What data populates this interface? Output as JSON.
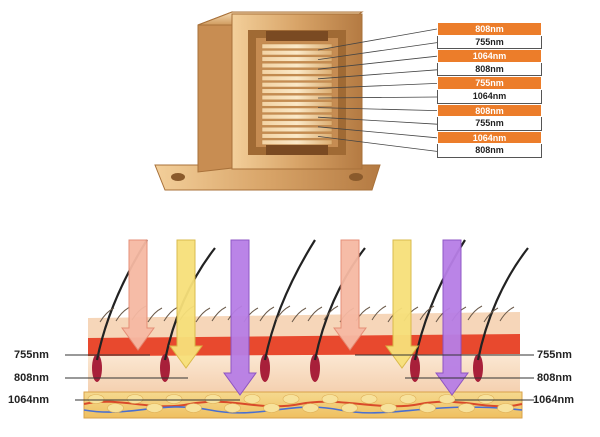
{
  "device_wavelengths": [
    "808nm",
    "755nm",
    "1064nm",
    "808nm",
    "755nm",
    "1064nm",
    "808nm",
    "755nm",
    "1064nm",
    "808nm"
  ],
  "skin_labels_left": [
    "755nm",
    "808nm",
    "1064nm"
  ],
  "skin_labels_right": [
    "755nm",
    "808nm",
    "1064nm"
  ],
  "colors": {
    "gold": "#d8a468",
    "gold_dark": "#a8713a",
    "orange": "#ec7d2a",
    "arrow_755": "#f6b9a3",
    "arrow_808": "#f7e07a",
    "arrow_1064": "#b77ee6",
    "skin_top": "#e8492e",
    "skin_mid": "#f7dcc3",
    "fat": "#f3c870"
  }
}
